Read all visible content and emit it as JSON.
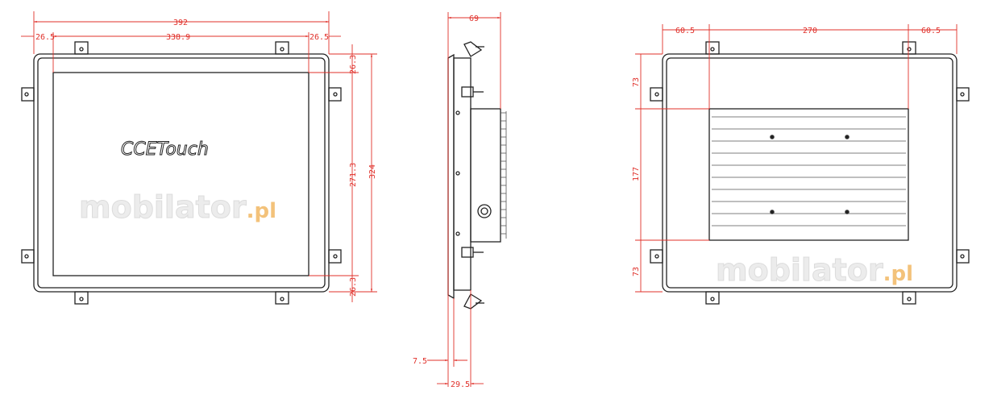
{
  "front_view": {
    "logo": "CCETouch",
    "watermark": {
      "main": "mobilator",
      "suffix": ".pl"
    },
    "dims": {
      "total_width": "392",
      "left_margin": "26.5",
      "screen_width": "338.9",
      "right_margin": "26.5",
      "top_margin": "26.3",
      "screen_height": "271.3",
      "bottom_margin": "26.3",
      "total_height": "324"
    }
  },
  "side_view": {
    "dims": {
      "depth": "69",
      "bezel": "7.5",
      "panel_depth": "29.5"
    }
  },
  "back_view": {
    "watermark": {
      "main": "mobilator",
      "suffix": ".pl"
    },
    "dims": {
      "left": "60.5",
      "box_width": "270",
      "right": "60.5",
      "top": "73",
      "box_height": "177",
      "bottom": "73"
    }
  },
  "colors": {
    "dimension": "#e0302a",
    "outline": "#222222",
    "watermark_accent": "#f3c27a"
  }
}
